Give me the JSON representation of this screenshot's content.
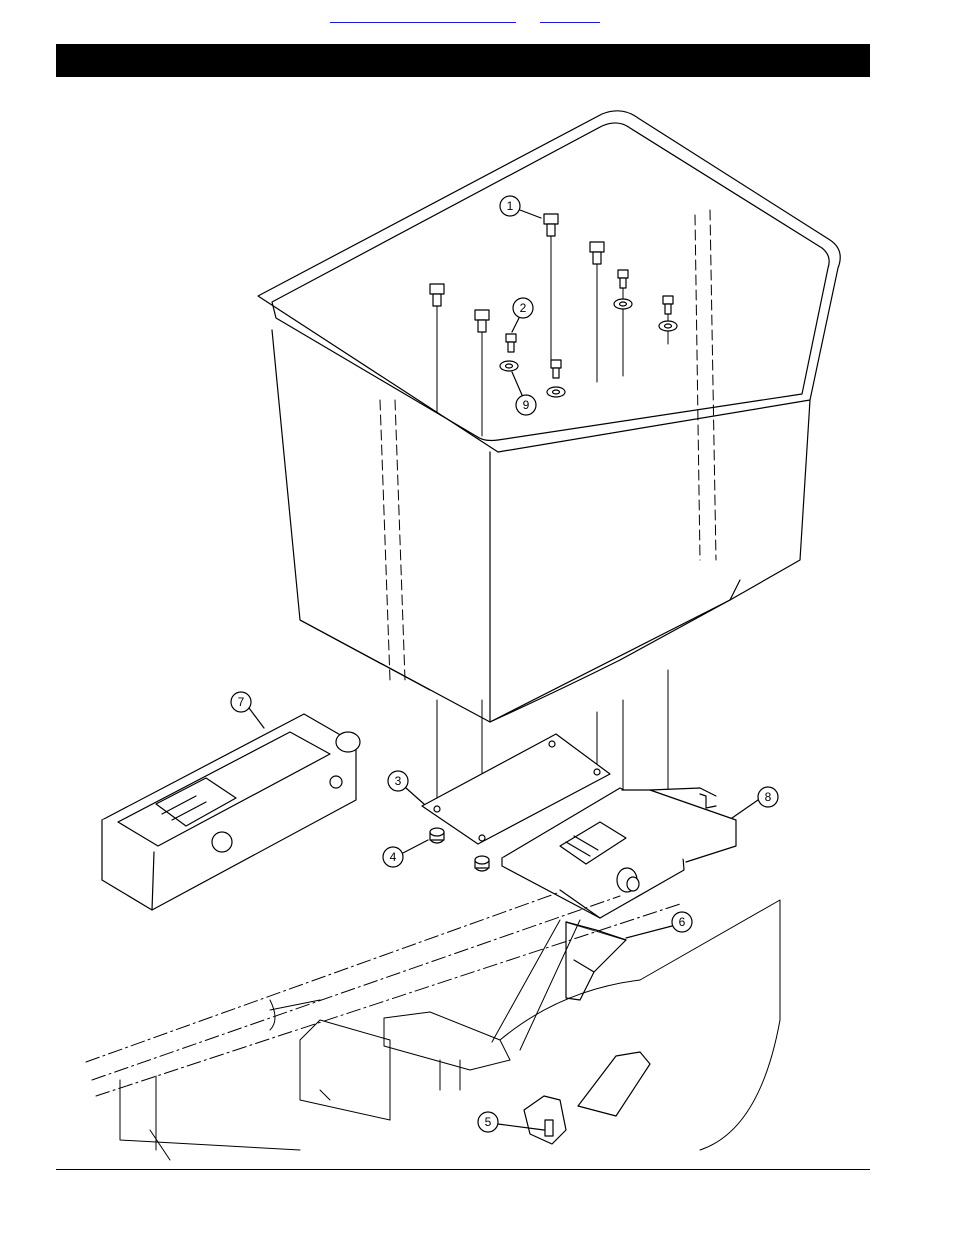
{
  "top_links": [
    {
      "label": ""
    },
    {
      "label": ""
    }
  ],
  "header": {
    "title": ""
  },
  "callouts": [
    {
      "id": "1",
      "label": "1"
    },
    {
      "id": "2",
      "label": "2"
    },
    {
      "id": "3",
      "label": "3"
    },
    {
      "id": "4",
      "label": "4"
    },
    {
      "id": "5",
      "label": "5"
    },
    {
      "id": "6",
      "label": "6"
    },
    {
      "id": "7",
      "label": "7"
    },
    {
      "id": "8",
      "label": "8"
    },
    {
      "id": "9",
      "label": "9"
    }
  ],
  "colors": {
    "ink": "#000000",
    "link": "#1a1adf",
    "header_bar": "#000000",
    "paper": "#ffffff"
  }
}
